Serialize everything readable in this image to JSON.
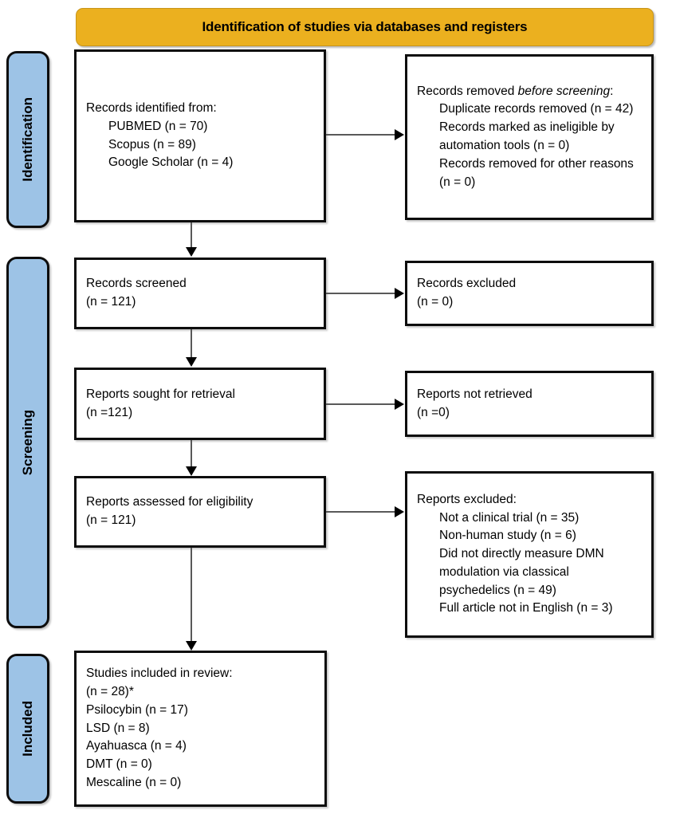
{
  "banner": {
    "title": "Identification of studies via databases and registers"
  },
  "stages": [
    {
      "id": "identification",
      "label": "Identification"
    },
    {
      "id": "screening",
      "label": "Screening"
    },
    {
      "id": "included",
      "label": "Included"
    }
  ],
  "boxes": {
    "identified": {
      "name": "records-identified",
      "lines": [
        {
          "text": "Records identified from:",
          "indent": false
        },
        {
          "text": "PUBMED (n = 70)",
          "indent": true
        },
        {
          "text": "Scopus (n = 89)",
          "indent": true
        },
        {
          "text": "Google Scholar (n = 4)",
          "indent": true
        }
      ]
    },
    "removed": {
      "name": "records-removed-before-screening",
      "heading_pre": "Records removed ",
      "heading_italic": "before screening",
      "heading_post": ":",
      "lines": [
        {
          "text": "Duplicate records removed (n = 42)",
          "indent": true
        },
        {
          "text": "Records marked as ineligible by automation tools (n = 0)",
          "indent": true
        },
        {
          "text": "Records removed for other reasons (n = 0)",
          "indent": true
        }
      ]
    },
    "screened": {
      "name": "records-screened",
      "lines": [
        {
          "text": "Records screened",
          "indent": false
        },
        {
          "text": "(n = 121)",
          "indent": false
        }
      ]
    },
    "excluded": {
      "name": "records-excluded",
      "lines": [
        {
          "text": "Records excluded",
          "indent": false
        },
        {
          "text": "(n = 0)",
          "indent": false
        }
      ]
    },
    "sought": {
      "name": "reports-sought-for-retrieval",
      "lines": [
        {
          "text": "Reports sought for retrieval",
          "indent": false
        },
        {
          "text": "(n =121)",
          "indent": false
        }
      ]
    },
    "notretrieved": {
      "name": "reports-not-retrieved",
      "lines": [
        {
          "text": "Reports not retrieved",
          "indent": false
        },
        {
          "text": "(n =0)",
          "indent": false
        }
      ]
    },
    "assessed": {
      "name": "reports-assessed-for-eligibility",
      "lines": [
        {
          "text": "Reports assessed for eligibility",
          "indent": false
        },
        {
          "text": "(n = 121)",
          "indent": false
        }
      ]
    },
    "repexcluded": {
      "name": "reports-excluded",
      "lines": [
        {
          "text": "Reports excluded:",
          "indent": false
        },
        {
          "text": "Not a clinical trial (n = 35)",
          "indent": true
        },
        {
          "text": "Non-human study (n = 6)",
          "indent": true
        },
        {
          "text": "Did not directly measure DMN modulation via classical psychedelics (n = 49)",
          "indent": true
        },
        {
          "text": "Full article not in English (n = 3)",
          "indent": true
        }
      ]
    },
    "included": {
      "name": "studies-included-in-review",
      "lines": [
        {
          "text": "Studies included in review:",
          "indent": false
        },
        {
          "text": "(n = 28)*",
          "indent": false
        },
        {
          "text": "Psilocybin (n = 17)",
          "indent": false
        },
        {
          "text": "LSD (n = 8)",
          "indent": false
        },
        {
          "text": "Ayahuasca (n = 4)",
          "indent": false
        },
        {
          "text": "DMT (n = 0)",
          "indent": false
        },
        {
          "text": "Mescaline (n = 0)",
          "indent": false
        }
      ]
    }
  },
  "colors": {
    "banner_fill": "#ebb01f",
    "stage_fill": "#9dc3e6",
    "box_border": "#0d0d0d",
    "connector": "#595959",
    "arrowhead": "#000000",
    "background": "#ffffff"
  }
}
